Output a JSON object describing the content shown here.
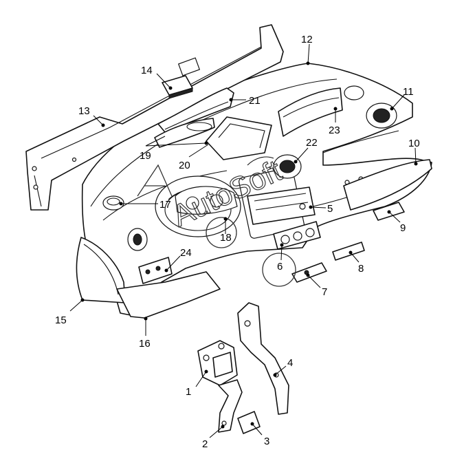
{
  "watermark": {
    "text": "AutoSoft"
  },
  "callouts": [
    {
      "id": "1",
      "label": "1"
    },
    {
      "id": "2",
      "label": "2"
    },
    {
      "id": "3",
      "label": "3"
    },
    {
      "id": "4",
      "label": "4"
    },
    {
      "id": "5",
      "label": "5"
    },
    {
      "id": "6",
      "label": "6"
    },
    {
      "id": "7",
      "label": "7"
    },
    {
      "id": "8",
      "label": "8"
    },
    {
      "id": "9",
      "label": "9"
    },
    {
      "id": "10",
      "label": "10"
    },
    {
      "id": "11",
      "label": "11"
    },
    {
      "id": "12",
      "label": "12"
    },
    {
      "id": "13",
      "label": "13"
    },
    {
      "id": "14",
      "label": "14"
    },
    {
      "id": "15",
      "label": "15"
    },
    {
      "id": "16",
      "label": "16"
    },
    {
      "id": "17",
      "label": "17"
    },
    {
      "id": "18",
      "label": "18"
    },
    {
      "id": "19",
      "label": "19"
    },
    {
      "id": "20",
      "label": "20"
    },
    {
      "id": "21",
      "label": "21"
    },
    {
      "id": "22",
      "label": "22"
    },
    {
      "id": "23",
      "label": "23"
    },
    {
      "id": "24",
      "label": "24"
    }
  ],
  "colors": {
    "line": "#111111",
    "background": "#ffffff"
  }
}
